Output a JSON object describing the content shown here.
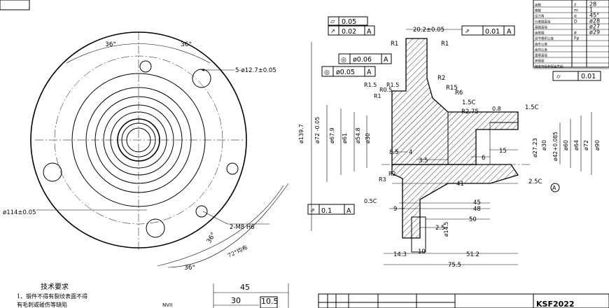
{
  "front_view": {
    "angle_label": "36°",
    "angle_72_label": "72°均布",
    "holes_callout": "5-ø12.7±0.05",
    "bolt_circle_callout": "ø114±0.05",
    "thread_callout": "2-M8 H6"
  },
  "section": {
    "datum": "A",
    "dims": {
      "d139": "ø139.7",
      "d72": "ø72 -0.05",
      "d67": "ø67.9",
      "d61": "ø61",
      "d54": "ø54.8",
      "d30": "ø30",
      "d90": "ø90",
      "d72r": "ø72",
      "d64": "ø64",
      "d60": "ø60",
      "d42": "ø42+0.085",
      "d30r": "ø30",
      "d27": "ø27.23",
      "d14_5": "ø14.5",
      "h20": "20.2±0.05",
      "h3_5": "3.5",
      "h8_5": "8.5",
      "h4": "4",
      "h6": "6",
      "h15": "15",
      "h41": "41",
      "h45": "45",
      "h48": "48",
      "h50": "50",
      "h9": "9",
      "h2_5": "2.5",
      "h14_3": "14.3",
      "h10": "10",
      "h51_2": "51.2",
      "h75_5": "75.5"
    },
    "notes": {
      "r1": "R1",
      "r2": "R2",
      "r15": "R15",
      "r6": "R6",
      "c1_5": "1.5C",
      "r2_75": "R2.75",
      "ra08": "0.8",
      "r1_5": "R1.5",
      "r0_5": "R0.5",
      "r3": "R3",
      "c0_5": "0.5C",
      "c2_5": "2.5C"
    }
  },
  "gdt": {
    "flatness": {
      "symbol": "▱",
      "value": "0.05"
    },
    "runout_top": {
      "symbol": "↗",
      "value": "0.02",
      "datum": "A"
    },
    "total_runout": {
      "symbol": "⇗",
      "value": "0.01",
      "datum": "A"
    },
    "concentricity1": {
      "symbol": "◎",
      "value": "ø0.06",
      "datum": "A"
    },
    "concentricity2": {
      "symbol": "◎",
      "value": "ø0.05",
      "datum": "A"
    },
    "cylindricity": {
      "symbol": "⌭",
      "value": "0.01"
    },
    "runout_bottom": {
      "symbol": "⇗",
      "value": "0.1",
      "datum": "A"
    }
  },
  "parameter_table": {
    "rows": [
      {
        "label": "齿数",
        "sym": "z",
        "val": "28"
      },
      {
        "label": "模数",
        "sym": "m",
        "val": "1"
      },
      {
        "label": "压力角",
        "sym": "α",
        "val": "45°"
      },
      {
        "label": "分度圆直径",
        "sym": "D",
        "val": "ø28"
      },
      {
        "label": "基圆直径",
        "sym": "",
        "val": "ø27"
      },
      {
        "label": "齿根圆",
        "sym": "ø",
        "val": "ø29"
      },
      {
        "label": "周节累积公差",
        "sym": "Fp",
        "val": ""
      },
      {
        "label": "齿形公差",
        "sym": "",
        "val": ""
      },
      {
        "label": "齿向公差",
        "sym": "",
        "val": ""
      },
      {
        "label": "量棒直径",
        "sym": "",
        "val": ""
      },
      {
        "label": "跨棒距",
        "sym": "",
        "val": ""
      },
      {
        "label": "精度等级和配合类别",
        "sym": "",
        "val": ""
      }
    ]
  },
  "tech_requirements": {
    "title": "技术要求",
    "line1": "1、锻件不得有裂纹表面不得",
    "line2": "有毛刺或碰伤等缺陷",
    "fragment": "NVII"
  },
  "bottom_block": {
    "d45": "45",
    "d30": "30",
    "d10_5": "10.5"
  },
  "title_block": {
    "drawing_no": "KSF2022"
  }
}
